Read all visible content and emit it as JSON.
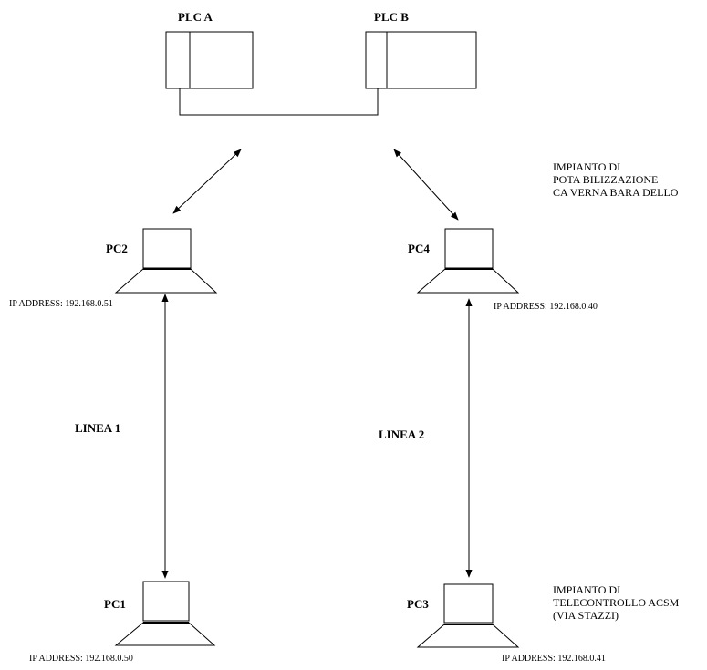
{
  "plc_a": {
    "label": "PLC A"
  },
  "plc_b": {
    "label": "PLC B"
  },
  "pc1": {
    "label": "PC1",
    "ip": "IP ADDRESS: 192.168.0.50"
  },
  "pc2": {
    "label": "PC2",
    "ip": "IP ADDRESS: 192.168.0.51"
  },
  "pc3": {
    "label": "PC3",
    "ip": "IP ADDRESS: 192.168.0.41"
  },
  "pc4": {
    "label": "PC4",
    "ip": "IP ADDRESS: 192.168.0.40"
  },
  "linea1": "LINEA 1",
  "linea2": "LINEA 2",
  "site_potabilizzazione": {
    "line1": "IMPIANTO DI",
    "line2": "POTA BILIZZAZIONE",
    "line3": "CA VERNA BARA DELLO"
  },
  "site_telecontrollo": {
    "line1": "IMPIANTO DI",
    "line2": "TELECONTROLLO ACSM",
    "line3": "(VIA STAZZI)"
  }
}
